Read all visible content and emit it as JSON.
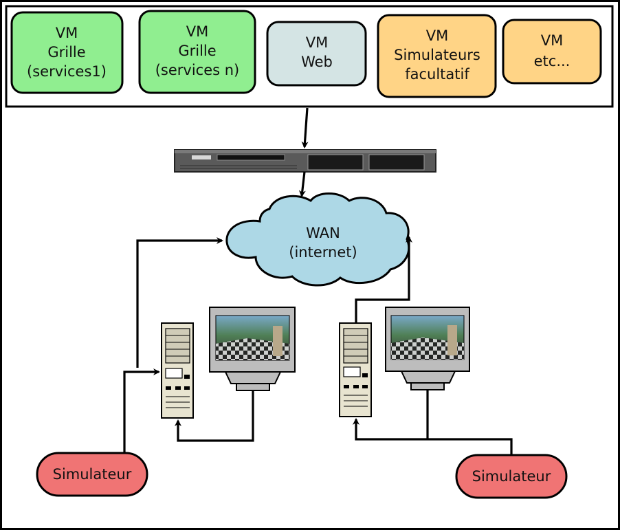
{
  "vms": [
    {
      "lines": [
        "VM",
        "Grille",
        "(services1)"
      ],
      "color": "#90ee90"
    },
    {
      "lines": [
        "VM",
        "Grille",
        "(services n)"
      ],
      "color": "#90ee90"
    },
    {
      "lines": [
        "VM",
        "Web"
      ],
      "color": "#d4e4e4"
    },
    {
      "lines": [
        "VM",
        "Simulateurs",
        "facultatif"
      ],
      "color": "#ffd486"
    },
    {
      "lines": [
        "VM",
        "etc..."
      ],
      "color": "#ffd486"
    }
  ],
  "wan": {
    "line1": "WAN",
    "line2": "(internet)",
    "color": "#add8e6"
  },
  "simulators": [
    {
      "label": "Simulateur",
      "color": "#f07474"
    },
    {
      "label": "Simulateur",
      "color": "#f07474"
    }
  ],
  "colors": {
    "outline": "#000000",
    "server_rack": "#5a5a5a",
    "pc_case": "#e8e4d0",
    "monitor": "#bdbdbd"
  }
}
